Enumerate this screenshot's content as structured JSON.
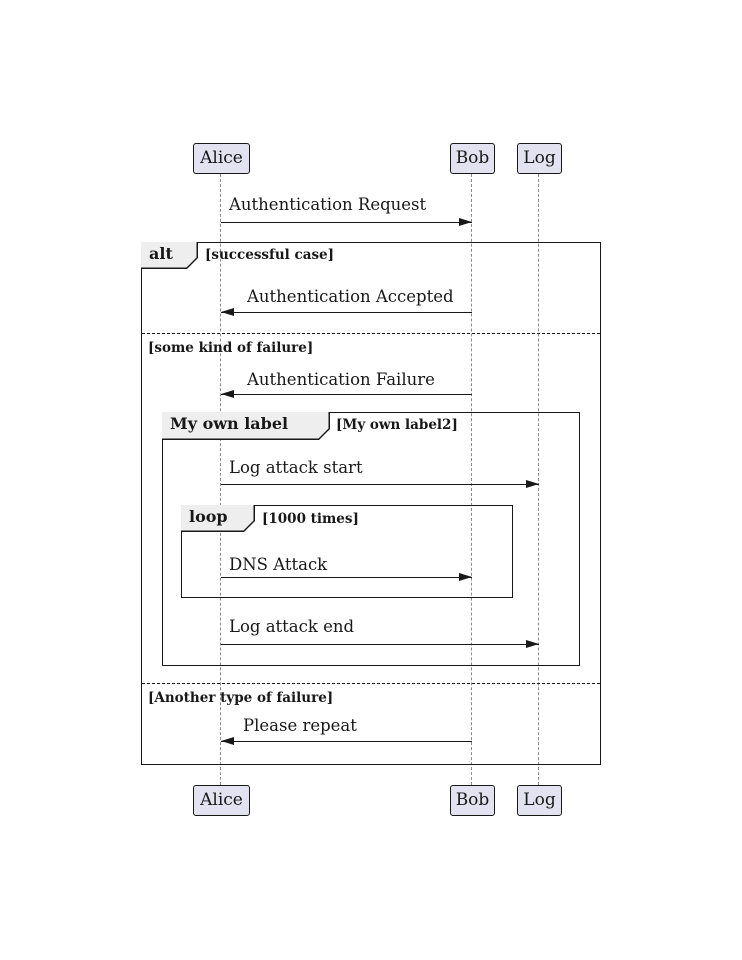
{
  "participants": [
    {
      "name": "Alice"
    },
    {
      "name": "Bob"
    },
    {
      "name": "Log"
    }
  ],
  "messages": [
    {
      "label": "Authentication Request",
      "from": "Alice",
      "to": "Bob"
    },
    {
      "label": "Authentication Accepted",
      "from": "Bob",
      "to": "Alice"
    },
    {
      "label": "Authentication Failure",
      "from": "Bob",
      "to": "Alice"
    },
    {
      "label": "Log attack start",
      "from": "Alice",
      "to": "Log"
    },
    {
      "label": "DNS Attack",
      "from": "Alice",
      "to": "Bob"
    },
    {
      "label": "Log attack end",
      "from": "Alice",
      "to": "Log"
    },
    {
      "label": "Please repeat",
      "from": "Bob",
      "to": "Alice"
    }
  ],
  "frames": {
    "alt": {
      "label": "alt",
      "sections": [
        "[successful case]",
        "[some kind of failure]",
        "[Another type of failure]"
      ]
    },
    "group": {
      "label": "My own label",
      "guard": "[My own label2]"
    },
    "loop": {
      "label": "loop",
      "guard": "[1000 times]"
    }
  },
  "colors": {
    "participant_fill": "#E2E2F0",
    "participant_border": "#181818",
    "frame_label_fill": "#EEEEEE",
    "line": "#181818",
    "lifeline": "#8C8C8C"
  }
}
